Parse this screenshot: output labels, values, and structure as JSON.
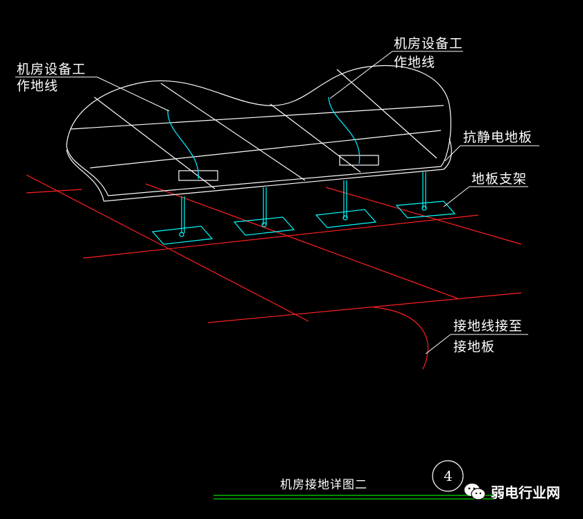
{
  "labels": {
    "left_ground_wire": [
      "机房设备工",
      "作地线"
    ],
    "right_ground_wire": [
      "机房设备工",
      "作地线"
    ],
    "antistatic_floor": "抗静电地板",
    "floor_support": "地板支架",
    "ground_to_plate": [
      "接地线接至",
      "接地板"
    ],
    "title": "机房接地详图二",
    "detail_number": "4"
  },
  "watermark": {
    "text": "弱电行业网",
    "icon": "wechat-icon"
  },
  "colors": {
    "background": "#000000",
    "floor_outline": "#ffffff",
    "support": "#00ffff",
    "ground_grid": "#ff0000",
    "title_line": "#00ff00"
  }
}
